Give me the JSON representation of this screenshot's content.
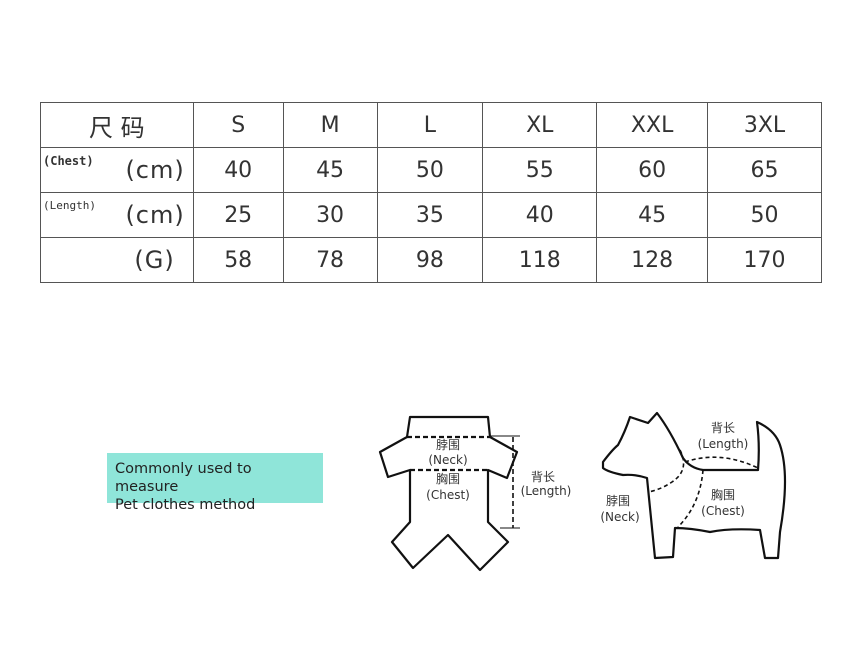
{
  "table": {
    "header": {
      "label": "尺 码",
      "sizes": [
        "S",
        "M",
        "L",
        "XL",
        "XXL",
        "3XL"
      ]
    },
    "rows": [
      {
        "sub": "(Chest)",
        "unit": "(cm)",
        "values": [
          "40",
          "45",
          "50",
          "55",
          "60",
          "65"
        ]
      },
      {
        "sub": "(Length)",
        "unit": "(cm)",
        "values": [
          "25",
          "30",
          "35",
          "40",
          "45",
          "50"
        ]
      },
      {
        "sub": "",
        "unit": "(G)",
        "values": [
          "58",
          "78",
          "98",
          "118",
          "128",
          "170"
        ]
      }
    ]
  },
  "note": {
    "line1": "Commonly used to measure",
    "line2": "Pet clothes method",
    "color": "#8fe5d9"
  },
  "clothes_diagram": {
    "neck_cn": "脖围",
    "neck_en": "(Neck)",
    "chest_cn": "胸围",
    "chest_en": "(Chest)",
    "length_cn": "背长",
    "length_en": "(Length)"
  },
  "dog_diagram": {
    "length_cn": "背长",
    "length_en": "(Length)",
    "neck_cn": "脖围",
    "neck_en": "(Neck)",
    "chest_cn": "胸围",
    "chest_en": "(Chest)"
  }
}
